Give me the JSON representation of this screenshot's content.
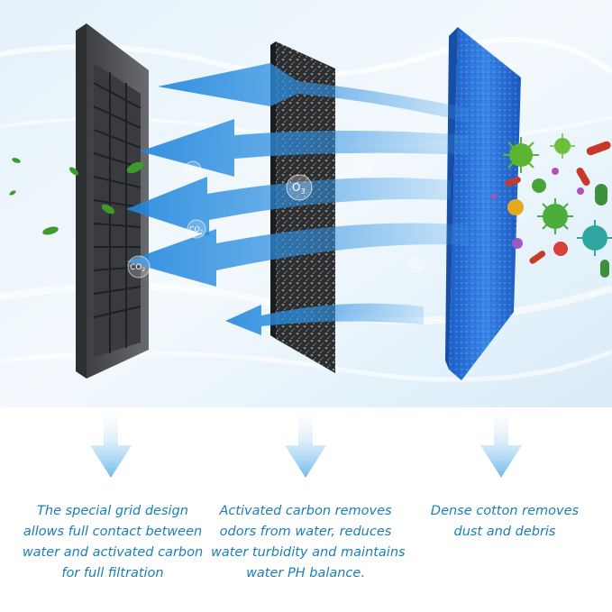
{
  "captions": [
    {
      "lines": [
        "The special grid design",
        "allows full contact between",
        "water and activated carbon",
        "for full filtration"
      ]
    },
    {
      "lines": [
        "Activated carbon removes",
        "odors from water, reduces",
        "water turbidity and maintains",
        "water PH balance."
      ]
    },
    {
      "lines": [
        "Dense cotton removes",
        "dust and debris"
      ]
    }
  ],
  "molecule_labels": {
    "co2": "CO",
    "co2_sub": "2",
    "o3": "O",
    "o3_sub": "3",
    "o2": "O",
    "o2_sub": "2"
  },
  "colors": {
    "caption_text": "#1a7fb5",
    "flow_arrow": "#2e8fe0",
    "down_arrow": "#7fc4ee",
    "grid_filter": "#5a5b5e",
    "carbon_filter": "#2b2c2e",
    "cotton_filter": "#2a6fd6"
  }
}
